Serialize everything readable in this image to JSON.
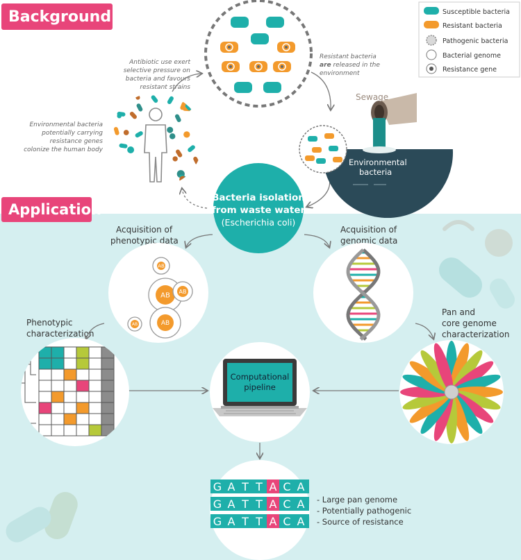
{
  "headers": {
    "background": "Background",
    "application": "Application"
  },
  "legend": {
    "susceptible": "Susceptible bacteria",
    "resistant": "Resistant bacteria",
    "pathogenic": "Pathogenic bacteria",
    "genome": "Bacterial genome",
    "resistance_gene": "Resistance gene"
  },
  "background_notes": {
    "selective_pressure": [
      "Antibiotic use exert",
      "selective pressure on",
      "bacteria and favours",
      "resistant strains"
    ],
    "released_pre": "Resistant bacteria",
    "released_bold": "are",
    "released_post": " released in the",
    "released_line3": "environment",
    "colonize": [
      "Environmental bacteria",
      "potentially carrying",
      "resistance genes",
      "colonize the human body"
    ],
    "sewage": "Sewage",
    "env_bacteria": [
      "Environmental",
      "bacteria"
    ]
  },
  "center": {
    "line1": "Bacteria isolation",
    "line2": "from waste water",
    "line3": "(Escherichia coli)"
  },
  "application": {
    "phenotypic_acq": [
      "Acquisition of",
      "phenotypic data"
    ],
    "genomic_acq": [
      "Acquisition of",
      "genomic data"
    ],
    "phenotypic_char": [
      "Phenotypic",
      "characterization"
    ],
    "pan_core": [
      "Pan and",
      "core genome",
      "characterization"
    ],
    "pipeline": [
      "Computational",
      "pipeline"
    ],
    "ab": "AB"
  },
  "sequence": {
    "letters": [
      "G",
      "A",
      "T",
      "T",
      "A",
      "C",
      "A"
    ],
    "results": [
      "- Large pan genome",
      "- Potentially pathogenic",
      "- Source of resistance"
    ]
  },
  "colors": {
    "pink": "#e8457a",
    "teal": "#1eafaa",
    "orange": "#f39a2c",
    "light_teal_bg": "#d5eff0",
    "dark_navy": "#2b4a58"
  }
}
